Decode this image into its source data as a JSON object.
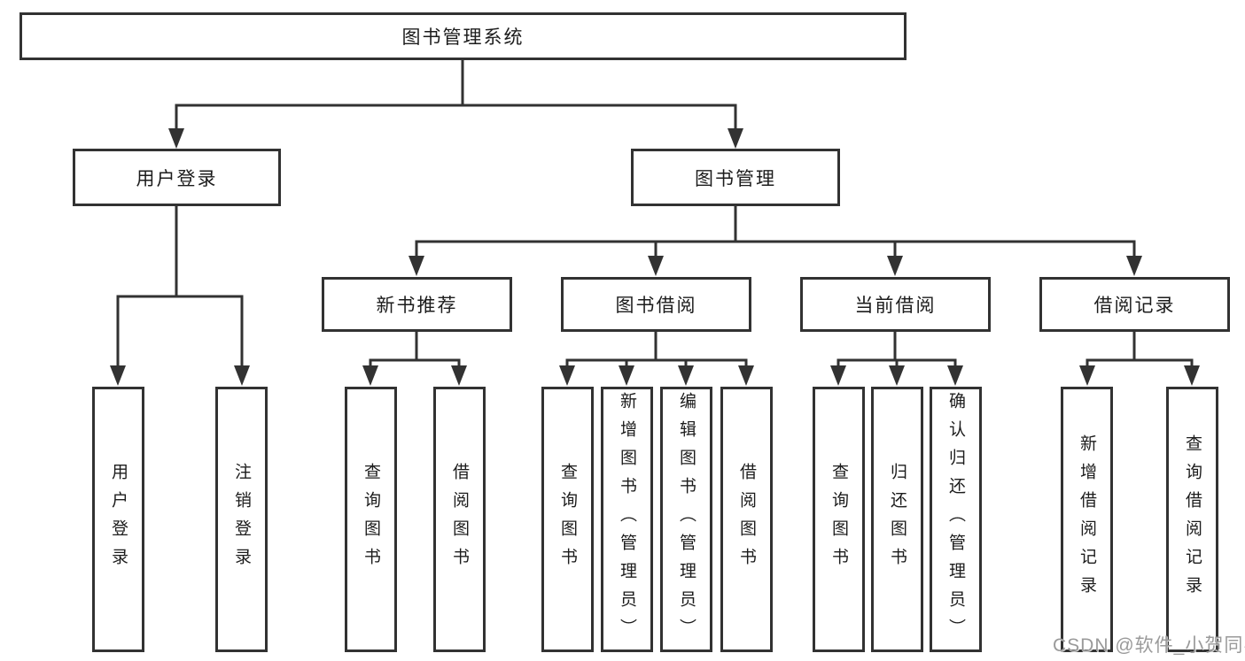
{
  "diagram": {
    "type": "hierarchy",
    "tree": {
      "root": {
        "label": "图书管理系统",
        "children": [
          {
            "label": "用户登录",
            "children": [
              {
                "label": "用户登录"
              },
              {
                "label": "注销登录"
              }
            ]
          },
          {
            "label": "图书管理",
            "children": [
              {
                "label": "新书推荐",
                "children": [
                  {
                    "label": "查询图书"
                  },
                  {
                    "label": "借阅图书"
                  }
                ]
              },
              {
                "label": "图书借阅",
                "children": [
                  {
                    "label": "查询图书"
                  },
                  {
                    "label": "新增图书（管理员）"
                  },
                  {
                    "label": "编辑图书（管理员）"
                  },
                  {
                    "label": "借阅图书"
                  }
                ]
              },
              {
                "label": "当前借阅",
                "children": [
                  {
                    "label": "查询图书"
                  },
                  {
                    "label": "归还图书"
                  },
                  {
                    "label": "确认归还（管理员）"
                  }
                ]
              },
              {
                "label": "借阅记录",
                "children": [
                  {
                    "label": "新增借阅记录"
                  },
                  {
                    "label": "查询借阅记录"
                  }
                ]
              }
            ]
          }
        ]
      }
    },
    "colors": {
      "line": "#323232",
      "text": "#1c1c1c",
      "box_background": "#ffffff",
      "background": "#ffffff",
      "watermark": "#9a9a9a"
    }
  },
  "watermark": {
    "text": "CSDN @软件_小贺同学"
  }
}
